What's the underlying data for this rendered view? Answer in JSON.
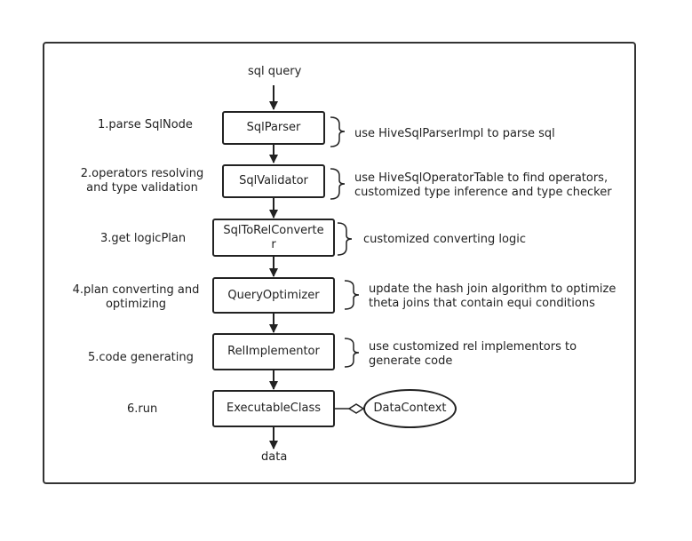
{
  "diagram": {
    "input_label": "sql query",
    "output_label": "data",
    "steps": [
      {
        "label": "1.parse SqlNode",
        "node": "SqlParser",
        "note": "use HiveSqlParserImpl to parse sql"
      },
      {
        "label": "2.operators resolving\nand type validation",
        "node": "SqlValidator",
        "note": "use HiveSqlOperatorTable to find operators,\ncustomized type inference and type checker"
      },
      {
        "label": "3.get logicPlan",
        "node": "SqlToRelConverte\nr",
        "note": "customized converting logic"
      },
      {
        "label": "4.plan converting and\noptimizing",
        "node": "QueryOptimizer",
        "note": "update the hash join algorithm to optimize\ntheta joins that contain equi conditions"
      },
      {
        "label": "5.code generating",
        "node": "RelImplementor",
        "note": "use customized rel implementors  to\ngenerate code"
      },
      {
        "label": "6.run",
        "node": "ExecutableClass",
        "note": ""
      }
    ],
    "context_node": "DataContext",
    "colors": {
      "line": "#222222",
      "frame": "#333333",
      "background": "#ffffff"
    }
  }
}
